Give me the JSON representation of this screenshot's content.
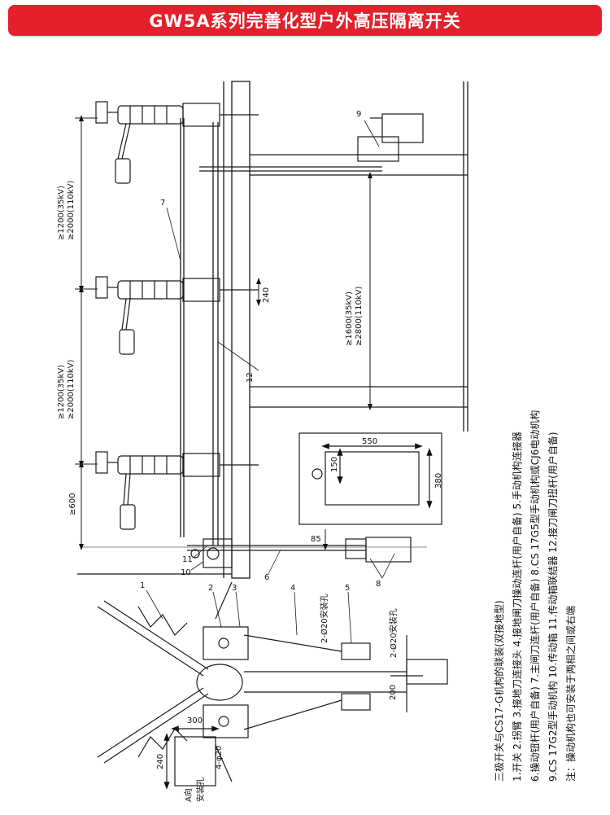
{
  "title": "GW5A系列完善化型户外高压隔离开关",
  "colors": {
    "title_bg": "#e3202b",
    "line": "#1a1a1a"
  },
  "dimensions": {
    "phase_gap_upper": [
      "≥1200(35kV)",
      "≥2000(110kV)"
    ],
    "phase_gap_lower": [
      "≥1200(35kV)",
      "≥2000(110kV)"
    ],
    "bottom_clearance": "≥600",
    "mechanism_height": [
      "≥1600(35kV)",
      "≥2800(110kV)"
    ],
    "d240_side": "240",
    "d85": "85",
    "box_width": "550",
    "box_height": "380",
    "box_offset": "150",
    "plan_200": "200",
    "plan_300": "300",
    "plan_240": "240",
    "hole_4": "4-φ20",
    "hole_a": "2-Ø20安装孔",
    "hole_b": "2-Ø20安装孔",
    "view_a": "A向",
    "mount_hole": "安装孔"
  },
  "callouts": [
    "1",
    "2",
    "3",
    "4",
    "5",
    "6",
    "7",
    "8",
    "9",
    "10",
    "11",
    "12"
  ],
  "notes": [
    "三极开关与CS17-G机构的联装(双接地型)",
    "1.开关  2.拐臂  3.接地刀连接头  4.接地闸刀操动连杆(用户自备)  5.手动机构连接器",
    "6.操动钮杆(用户自备)  7.主闸刀连杆(用户自备)  8.CS 17G5型手动机构或CJ6电动机构",
    "9.CS 17G2型手动机构  10.传动箱  11.传动箱联结器  12.接刀闸刀扭杆(用户自备)",
    "注：操动机构也可安装于两相之间或右端"
  ]
}
